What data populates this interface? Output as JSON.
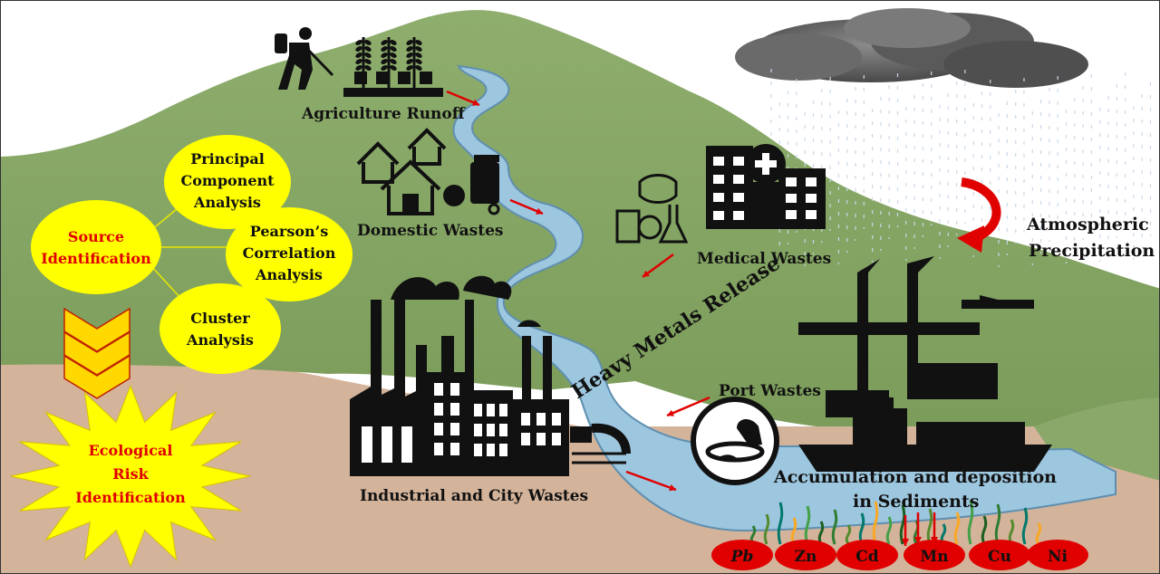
{
  "sources": {
    "agriculture": "Agriculture  Runoff",
    "domestic": "Domestic Wastes",
    "medical": "Medical Wastes",
    "industrial": "Industrial  and City Wastes",
    "port": "Port Wastes"
  },
  "atmosphere": {
    "line1": "Atmospheric",
    "line2": "Precipitation"
  },
  "release_label": "Heavy Metals Release",
  "accumulation": {
    "line1": "Accumulation and deposition",
    "line2": "in Sediments"
  },
  "methods": {
    "source": [
      "Source",
      "Identification"
    ],
    "pca": [
      "Principal",
      "Component",
      "Analysis"
    ],
    "pearson": [
      "Pearson’s",
      "Correlation",
      "Analysis"
    ],
    "cluster": [
      "Cluster",
      "Analysis"
    ]
  },
  "risk": [
    "Ecological",
    "Risk",
    "Identification"
  ],
  "metals": [
    "Pb",
    "Zn",
    "Cd",
    "Mn",
    "Cu",
    "Ni"
  ],
  "colors": {
    "sky": "#ffffff",
    "hill": "#8aa86a",
    "hill_dark": "#6f9150",
    "soil": "#d2b296",
    "river": "#9dc6df",
    "bubble": "#ffff00",
    "metal": "#e00000",
    "label_red": "#e00000"
  }
}
